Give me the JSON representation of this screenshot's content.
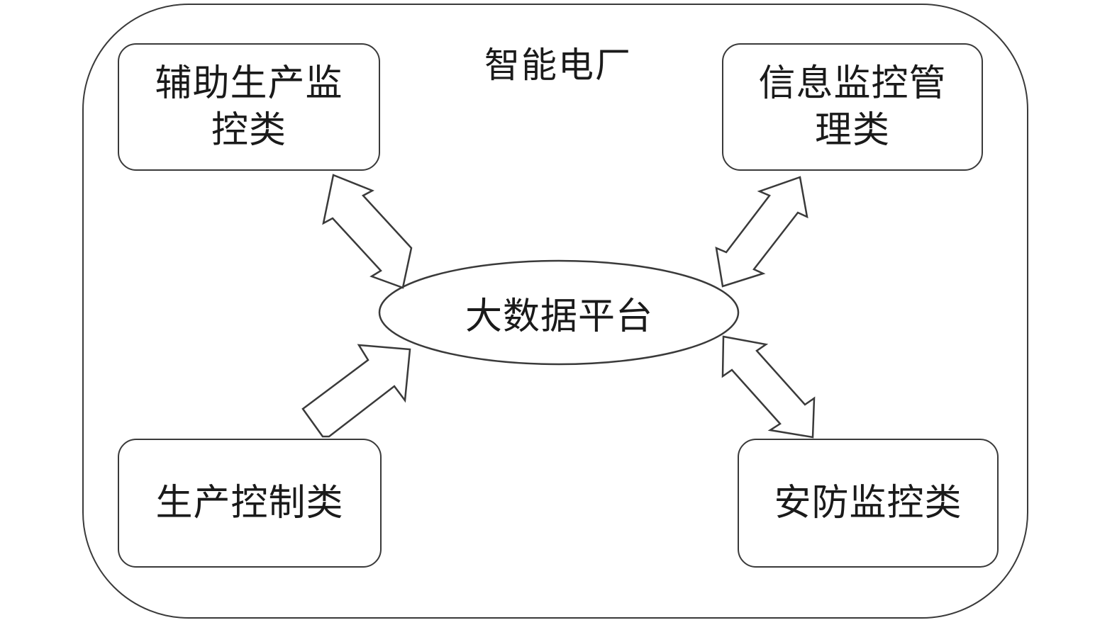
{
  "title": "智能电厂",
  "center": {
    "label": "大数据平台"
  },
  "boxes": {
    "top_left": {
      "line1": "辅助生产监",
      "line2": "控类"
    },
    "top_right": {
      "line1": "信息监控管",
      "line2": "理类"
    },
    "bottom_left": {
      "label": "生产控制类"
    },
    "bottom_right": {
      "label": "安防监控类"
    }
  },
  "connections": [
    {
      "from": "辅助生产监控类",
      "to": "大数据平台",
      "direction": "bidirectional"
    },
    {
      "from": "信息监控管理类",
      "to": "大数据平台",
      "direction": "bidirectional"
    },
    {
      "from": "生产控制类",
      "to": "大数据平台",
      "direction": "one-way"
    },
    {
      "from": "安防监控类",
      "to": "大数据平台",
      "direction": "bidirectional"
    }
  ],
  "colors": {
    "stroke": "#3a3a3a",
    "fill": "#ffffff",
    "text": "#1a1a1a"
  }
}
